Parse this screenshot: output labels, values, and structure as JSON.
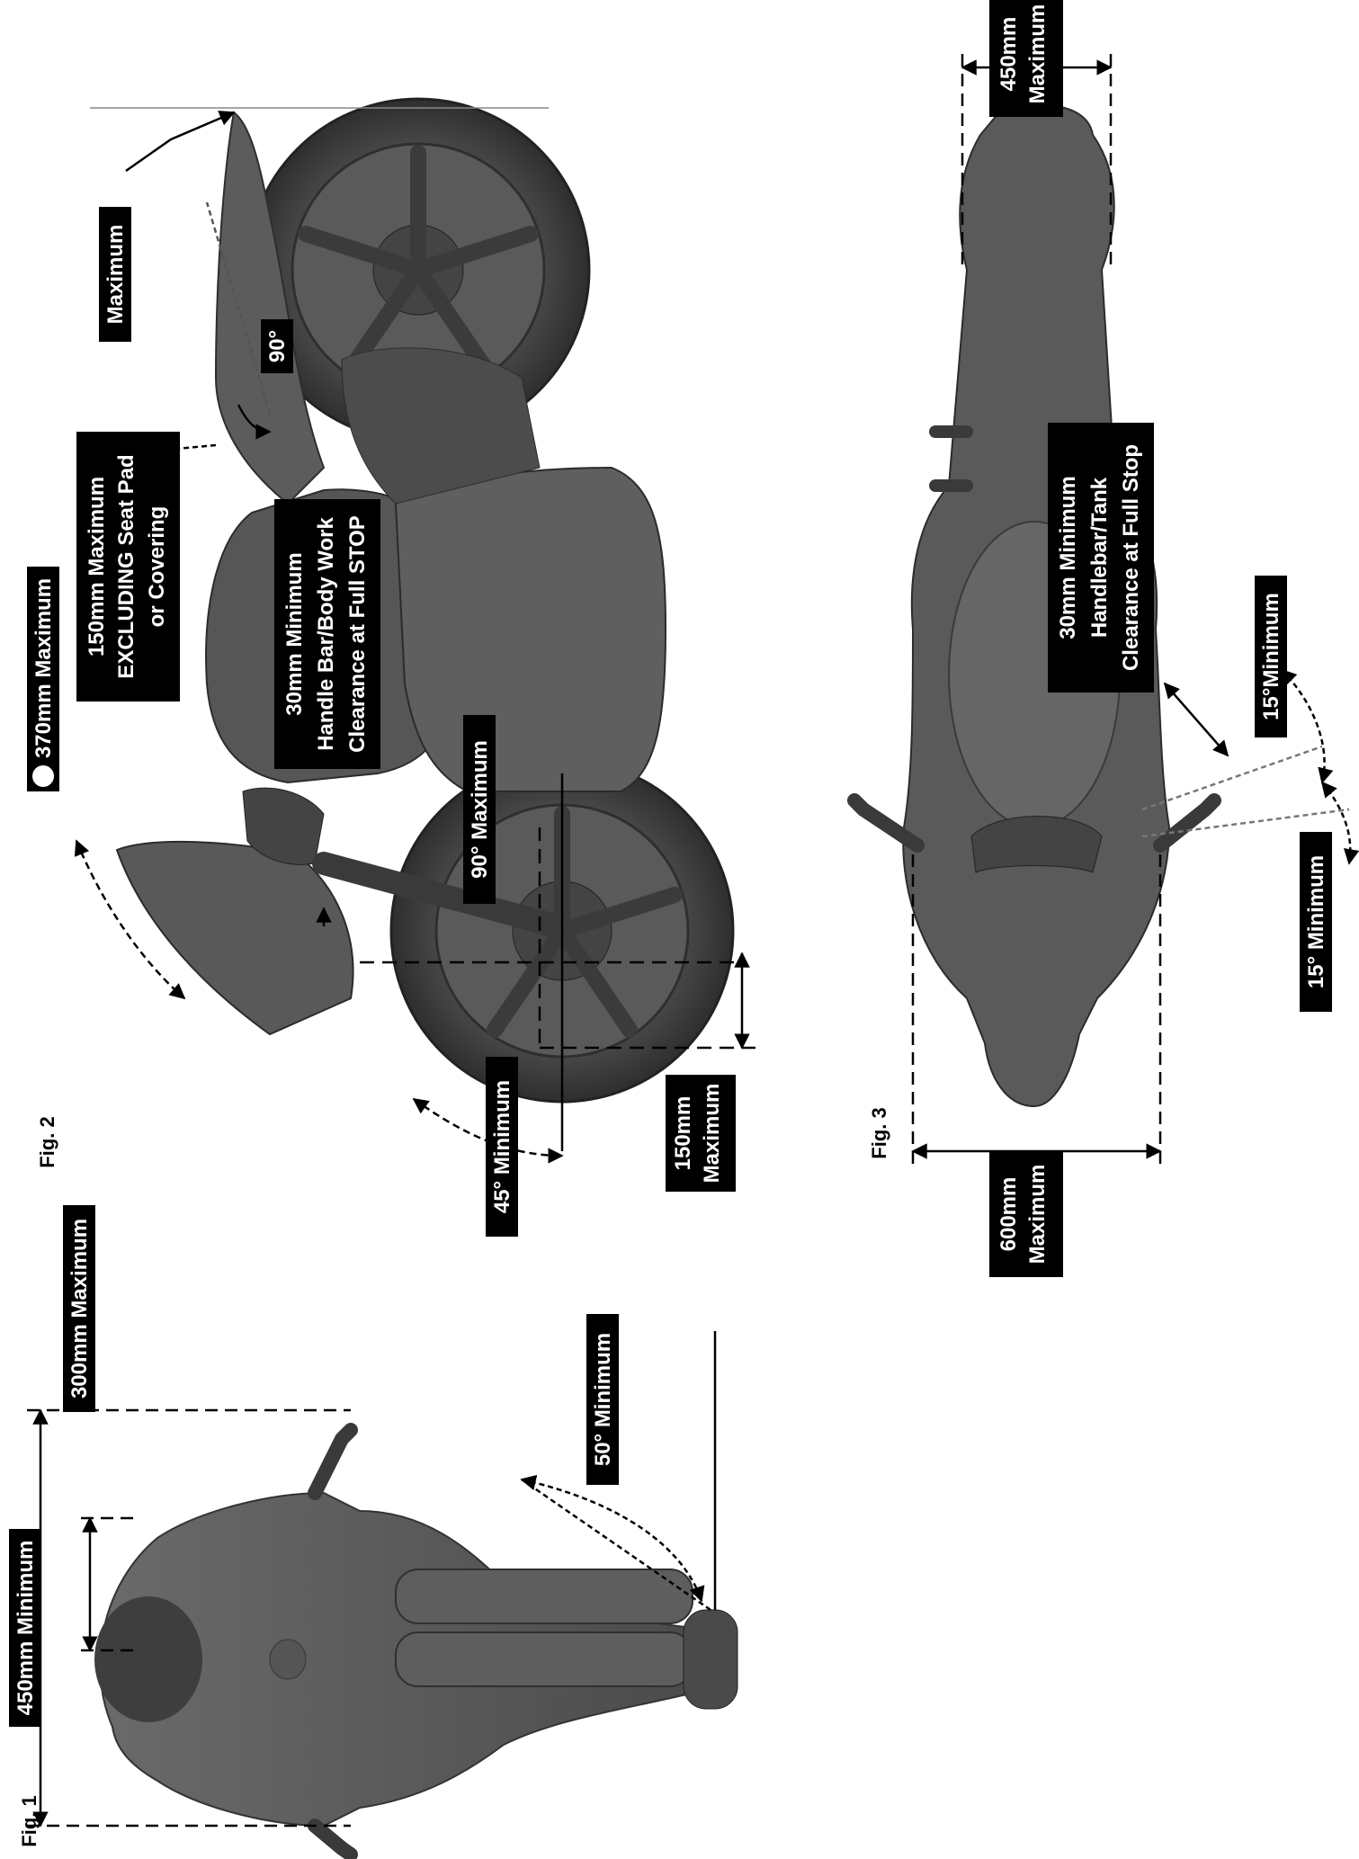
{
  "figures": {
    "fig1": {
      "caption": "Fig. 1",
      "labels": {
        "width_450": "450mm Minimum",
        "width_300": "300mm Maximum",
        "lean_50": "50° Minimum"
      }
    },
    "fig2": {
      "caption": "Fig. 2",
      "labels": {
        "height_370": "370mm Maximum",
        "seat_150_l1": "150mm Maximum",
        "seat_150_l2": "EXCLUDING Seat Pad",
        "seat_150_l3": "or Covering",
        "maximum": "Maximum",
        "angle_90": "90°",
        "clear_l1": "30mm Minimum",
        "clear_l2": "Handle Bar/Body Work",
        "clear_l3": "Clearance at Full STOP",
        "angle_90_max": "90° Maximum",
        "angle_45": "45° Minimum",
        "front_150_l1": "150mm",
        "front_150_l2": "Maximum"
      }
    },
    "fig3": {
      "caption": "Fig. 3",
      "labels": {
        "rear_450_l1": "450mm",
        "rear_450_l2": "Maximum",
        "clear_l1": "30mm Minimum",
        "clear_l2": "Handlebar/Tank",
        "clear_l3": "Clearance at Full Stop",
        "steer_15a": "15°Minimum",
        "steer_15b": "15° Minimum",
        "front_600_l1": "600mm",
        "front_600_l2": "Maximum"
      }
    }
  },
  "colors": {
    "body": "#5a5a5a",
    "body_dark": "#3c3c3c",
    "body_light": "#7a7a7a",
    "label_bg": "#000000",
    "label_text": "#ffffff",
    "line": "#000000"
  }
}
